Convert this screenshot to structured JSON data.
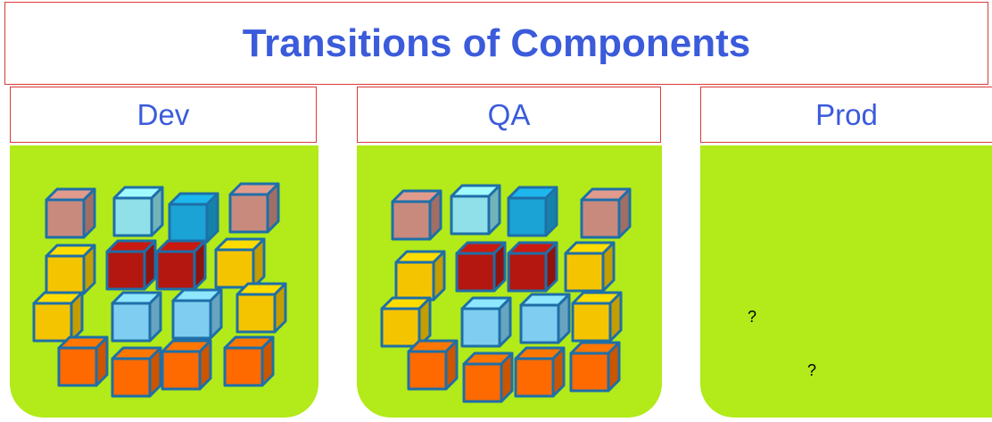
{
  "title": "Transitions of Components",
  "stages": {
    "dev": "Dev",
    "qa": "QA",
    "prod": "Prod"
  },
  "prod_marks": [
    "?",
    "?"
  ],
  "colors": {
    "title_text": "#3b5bdb",
    "border": "#d93a3a",
    "panel": "#b2ea1a",
    "cube_outline": "#1e6fa8",
    "cube_palette": {
      "rose": "#c98a7e",
      "aqua": "#8fe0e8",
      "blue": "#1aa3d4",
      "red": "#b3170f",
      "yellow": "#f5c400",
      "light_blue": "#7fcdf0",
      "orange": "#ff6a00"
    }
  }
}
